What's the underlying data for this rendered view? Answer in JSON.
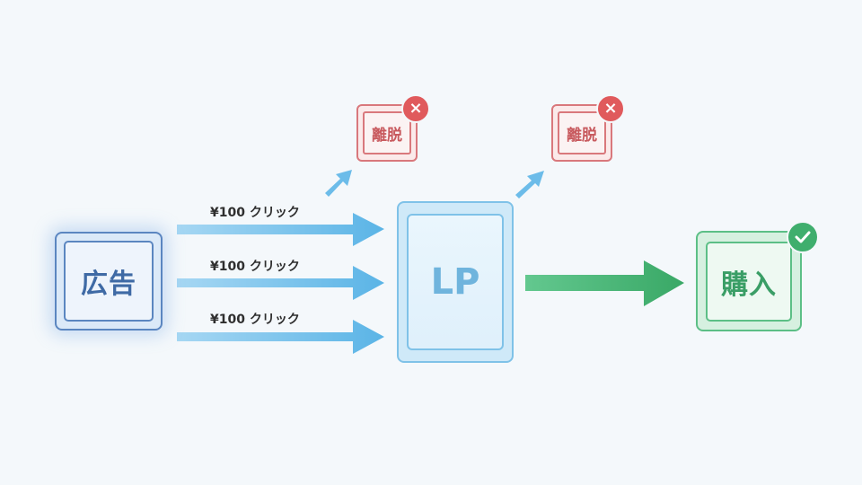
{
  "nodes": {
    "ad": {
      "label": "広告"
    },
    "lp": {
      "label": "LP"
    },
    "exit_1": {
      "label": "離脱",
      "badge": "×"
    },
    "exit_2": {
      "label": "離脱",
      "badge": "×"
    },
    "purchase": {
      "label": "購入",
      "badge": "✓"
    }
  },
  "clicks": [
    {
      "label": "¥100 クリック"
    },
    {
      "label": "¥100 クリック"
    },
    {
      "label": "¥100 クリック"
    }
  ],
  "colors": {
    "ad": "#5b86c0",
    "click_arrow": "#6cbce9",
    "lp": "#7fc2e8",
    "exit": "#d9787c",
    "exit_badge": "#e05a5c",
    "purchase": "#3fae6d"
  }
}
